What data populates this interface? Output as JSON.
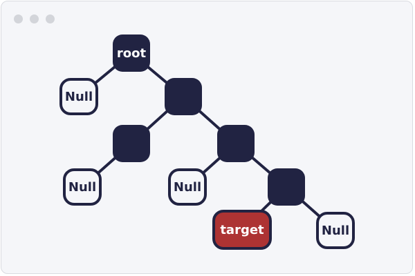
{
  "window": {
    "controls": [
      "dot-1",
      "dot-2",
      "dot-3"
    ]
  },
  "colors": {
    "node_fill": "#212342",
    "null_fill": "#f5f6f9",
    "target_fill": "#ad3333",
    "edge": "#212342",
    "label_dark": "#212342",
    "label_light": "#ffffff"
  },
  "tree": {
    "nodes": [
      {
        "id": "root",
        "label": "root",
        "kind": "filled"
      },
      {
        "id": "root-left-null",
        "label": "Null",
        "kind": "null"
      },
      {
        "id": "root-right",
        "label": "",
        "kind": "filled"
      },
      {
        "id": "rr-left",
        "label": "",
        "kind": "filled"
      },
      {
        "id": "rr-left-null",
        "label": "Null",
        "kind": "null"
      },
      {
        "id": "rr-right",
        "label": "",
        "kind": "filled"
      },
      {
        "id": "rrr-left-null",
        "label": "Null",
        "kind": "null"
      },
      {
        "id": "rrr-right",
        "label": "",
        "kind": "filled"
      },
      {
        "id": "target",
        "label": "target",
        "kind": "target"
      },
      {
        "id": "rrrr-right-null",
        "label": "Null",
        "kind": "null"
      }
    ],
    "edges": [
      [
        "root",
        "root-left-null"
      ],
      [
        "root",
        "root-right"
      ],
      [
        "root-right",
        "rr-left"
      ],
      [
        "root-right",
        "rr-right"
      ],
      [
        "rr-left",
        "rr-left-null"
      ],
      [
        "rr-right",
        "rrr-left-null"
      ],
      [
        "rr-right",
        "rrr-right"
      ],
      [
        "rrr-right",
        "target"
      ],
      [
        "rrr-right",
        "rrrr-right-null"
      ]
    ]
  }
}
